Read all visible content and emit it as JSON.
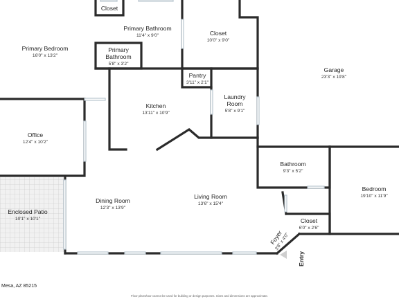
{
  "rooms": {
    "closet_top": {
      "name": "Closet",
      "dim": ""
    },
    "primary_bathroom": {
      "name": "Primary Bathroom",
      "dim": "11'4\" x 9'0\""
    },
    "primary_bedroom": {
      "name": "Primary Bedroom",
      "dim": "16'0\" x 13'2\""
    },
    "primary_bathroom_small": {
      "name_line1": "Primary",
      "name_line2": "Bathroom",
      "dim": "5'8\" x 3'2\""
    },
    "closet_mid": {
      "name": "Closet",
      "dim": "10'0\" x 9'0\""
    },
    "garage": {
      "name": "Garage",
      "dim": "23'3\" x 19'8\""
    },
    "pantry": {
      "name": "Pantry",
      "dim": "3'11\" x 2'1\""
    },
    "kitchen": {
      "name": "Kitchen",
      "dim": "13'11\" x 10'9\""
    },
    "laundry": {
      "name_line1": "Laundry",
      "name_line2": "Room",
      "dim": "5'8\" x 9'1\""
    },
    "office": {
      "name": "Office",
      "dim": "12'4\" x 10'2\""
    },
    "bathroom": {
      "name": "Bathroom",
      "dim": "9'3\" x 5'2\""
    },
    "bedroom": {
      "name": "Bedroom",
      "dim": "19'10\" x 11'9\""
    },
    "enclosed_patio": {
      "name": "Enclosed Patio",
      "dim": "10'1\" x 10'1\""
    },
    "dining_room": {
      "name": "Dining Room",
      "dim": "12'3\" x 13'9\""
    },
    "living_room": {
      "name": "Living Room",
      "dim": "13'6\" x 15'4\""
    },
    "closet_small": {
      "name": "Closet",
      "dim": "6'0\" x 2'6\""
    },
    "foyer": {
      "name": "Foyer",
      "dim": "3'8\" x 4'0\""
    }
  },
  "entry_label": "Entry",
  "footer": {
    "location": "Mesa, AZ 85215",
    "disclaimer": "Floor plans/tour cannot be used for building or design purposes. Sizes and dimensions are approximate."
  },
  "colors": {
    "wall": "#2b2b2b",
    "window": "#b9c6cf",
    "patio_tile": "#c8c8c8"
  }
}
